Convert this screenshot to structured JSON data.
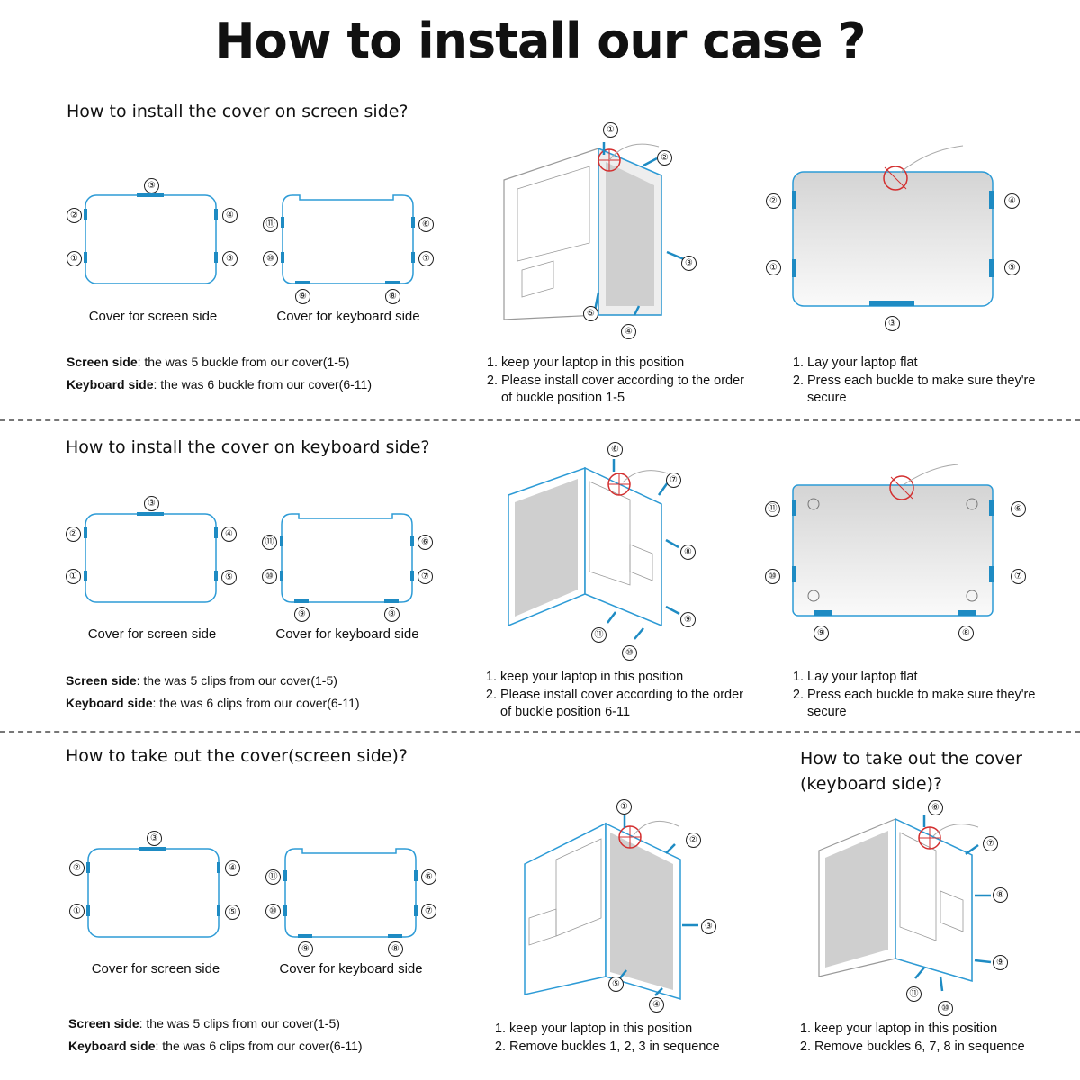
{
  "title": "How to install our case ?",
  "section1": {
    "heading": "How to install the cover on screen side?",
    "caption_screen": "Cover for screen side",
    "caption_keyboard": "Cover for keyboard side",
    "note1_label": "Screen side",
    "note1_text": ": the was 5 buckle from our cover(1-5)",
    "note2_label": "Keyboard side",
    "note2_text": ": the was 6 buckle from our cover(6-11)",
    "steps_a": [
      "keep your laptop in this position",
      "Please install cover according to the order of buckle position 1-5"
    ],
    "steps_b": [
      "Lay your laptop flat",
      "Press each buckle to make sure they're secure"
    ]
  },
  "section2": {
    "heading": "How to install the cover on keyboard side?",
    "caption_screen": "Cover for screen side",
    "caption_keyboard": "Cover for keyboard side",
    "note1_label": "Screen side",
    "note1_text": ": the was 5 clips from our cover(1-5)",
    "note2_label": "Keyboard side",
    "note2_text": ": the was 6 clips from our cover(6-11)",
    "steps_a": [
      "keep your laptop in this position",
      "Please install cover according to the order of buckle position 6-11"
    ],
    "steps_b": [
      "Lay your laptop flat",
      "Press each buckle to make sure they're secure"
    ]
  },
  "section3": {
    "heading": "How to take out the cover(screen side)?",
    "heading_right_line1": "How to take out the cover",
    "heading_right_line2": "(keyboard side)?",
    "caption_screen": "Cover for screen side",
    "caption_keyboard": "Cover for keyboard side",
    "note1_label": "Screen side",
    "note1_text": ": the was 5 clips from our cover(1-5)",
    "note2_label": "Keyboard side",
    "note2_text": ": the was 6 clips from our cover(6-11)",
    "steps_a": [
      "keep your laptop in this position",
      "Remove buckles 1, 2, 3 in sequence"
    ],
    "steps_b": [
      "keep your laptop in this position",
      "Remove buckles 6, 7, 8 in sequence"
    ]
  },
  "markers": [
    "①",
    "②",
    "③",
    "④",
    "⑤",
    "⑥",
    "⑦",
    "⑧",
    "⑨",
    "⑩",
    "⑪"
  ],
  "colors": {
    "accent": "#1e8bc3",
    "outline": "#2d9bd6",
    "warning": "#d32f2f",
    "divider": "#777777"
  }
}
